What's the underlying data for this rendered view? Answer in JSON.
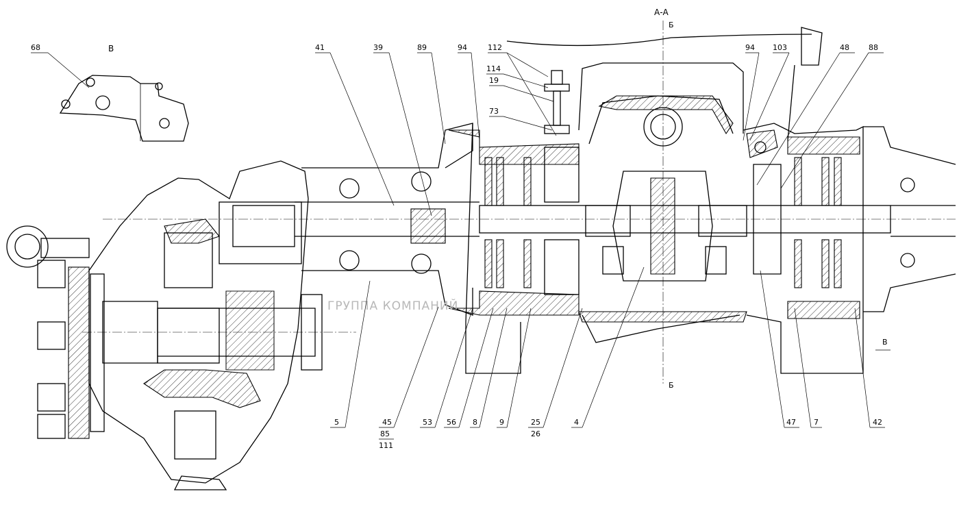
{
  "section_title": "А-А",
  "view_label": "В",
  "section_marks": {
    "top": "Б",
    "bottom": "Б",
    "view_arrow": "В"
  },
  "watermark": "ГРУППА КОМПАНИЙ",
  "top_labels": [
    "68",
    "41",
    "39",
    "89",
    "94",
    "112",
    "114",
    "19",
    "73",
    "94",
    "103",
    "48",
    "88"
  ],
  "bottom_labels": [
    "5",
    "45",
    "53",
    "56",
    "8",
    "9",
    "25",
    "4",
    "47",
    "7",
    "42"
  ],
  "stacked_labels": {
    "a": [
      "85",
      "111"
    ],
    "b": [
      "26"
    ]
  }
}
